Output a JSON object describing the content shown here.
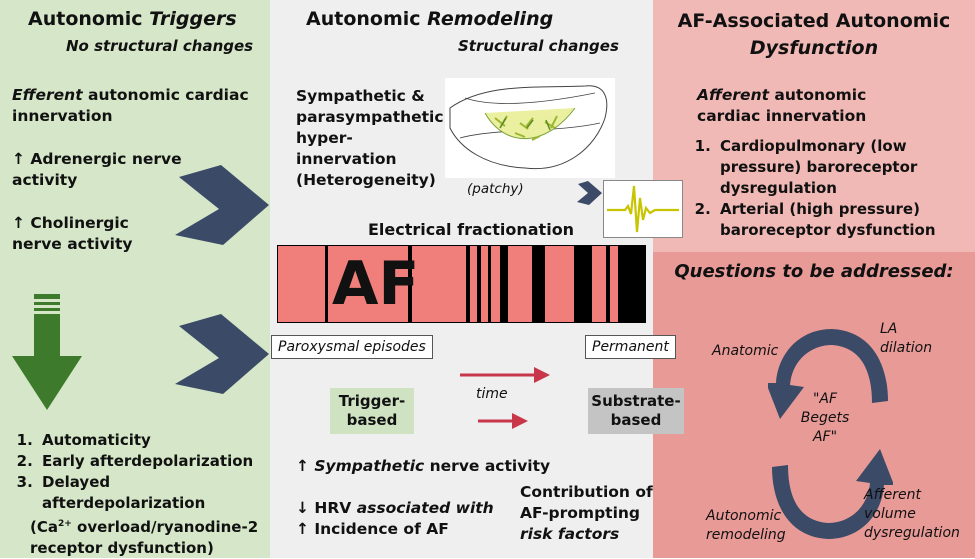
{
  "left": {
    "title_pre": "Autonomic ",
    "title_em": "Triggers",
    "subtitle": "No structural changes",
    "efferent_em": "Efferent",
    "efferent_rest": " autonomic cardiac innervation",
    "adrenergic": "↑ Adrenergic nerve activity",
    "cholinergic": "↑ Cholinergic nerve activity",
    "list": [
      "Automaticity",
      "Early afterdepolarization",
      "Delayed afterdepolarization"
    ],
    "ca_pre": "(Ca",
    "ca_sup": "2+",
    "ca_post": " overload/ryanodine-2 receptor dysfunction)"
  },
  "middle": {
    "title_pre": "Autonomic ",
    "title_em": "Remodeling",
    "subtitle": "Structural changes",
    "hyper": "Sympathetic & parasympathetic hyper-innervation (Heterogeneity)",
    "patchy": "(patchy)",
    "electrical": "Electrical fractionation",
    "af": "AF",
    "paroxysmal": "Paroxysmal episodes",
    "permanent": "Permanent",
    "trigger_based": "Trigger-based",
    "time": "time",
    "substrate_based": "Substrate-based",
    "symp_pre": "↑ ",
    "symp_em": "Sympathetic",
    "symp_post": " nerve activity",
    "hrv_pre": "↓ HRV ",
    "hrv_em": "associated with",
    "incidence": "↑ Incidence of AF",
    "contrib_1": "Contribution of",
    "contrib_2": "AF-prompting",
    "contrib_em": "risk factors"
  },
  "right": {
    "title_1": "AF-Associated Autonomic",
    "title_em": "Dysfunction",
    "afferent_em": "Afferent",
    "afferent_rest": " autonomic cardiac innervation",
    "list": [
      "Cardiopulmonary (low pressure) baroreceptor dysregulation",
      "Arterial (high pressure) baroreceptor dysfunction"
    ],
    "questions": "Questions to be addressed:",
    "anatomic": "Anatomic",
    "la_dilation": "LA dilation",
    "center": "\"AF Begets AF\"",
    "afferent_volume": "Afferent volume dysregulation",
    "autonomic_remodeling": "Autonomic remodeling"
  },
  "colors": {
    "left_bg": "#d5e7c8",
    "middle_bg": "#efefef",
    "right_top_bg": "#f1b9b6",
    "right_bottom_bg": "#e89a97",
    "af_bar": "#f07f7b",
    "arrow_navy": "#3b4a66",
    "green_arrow": "#3e7a2c",
    "time_arrow": "#c8364a"
  }
}
